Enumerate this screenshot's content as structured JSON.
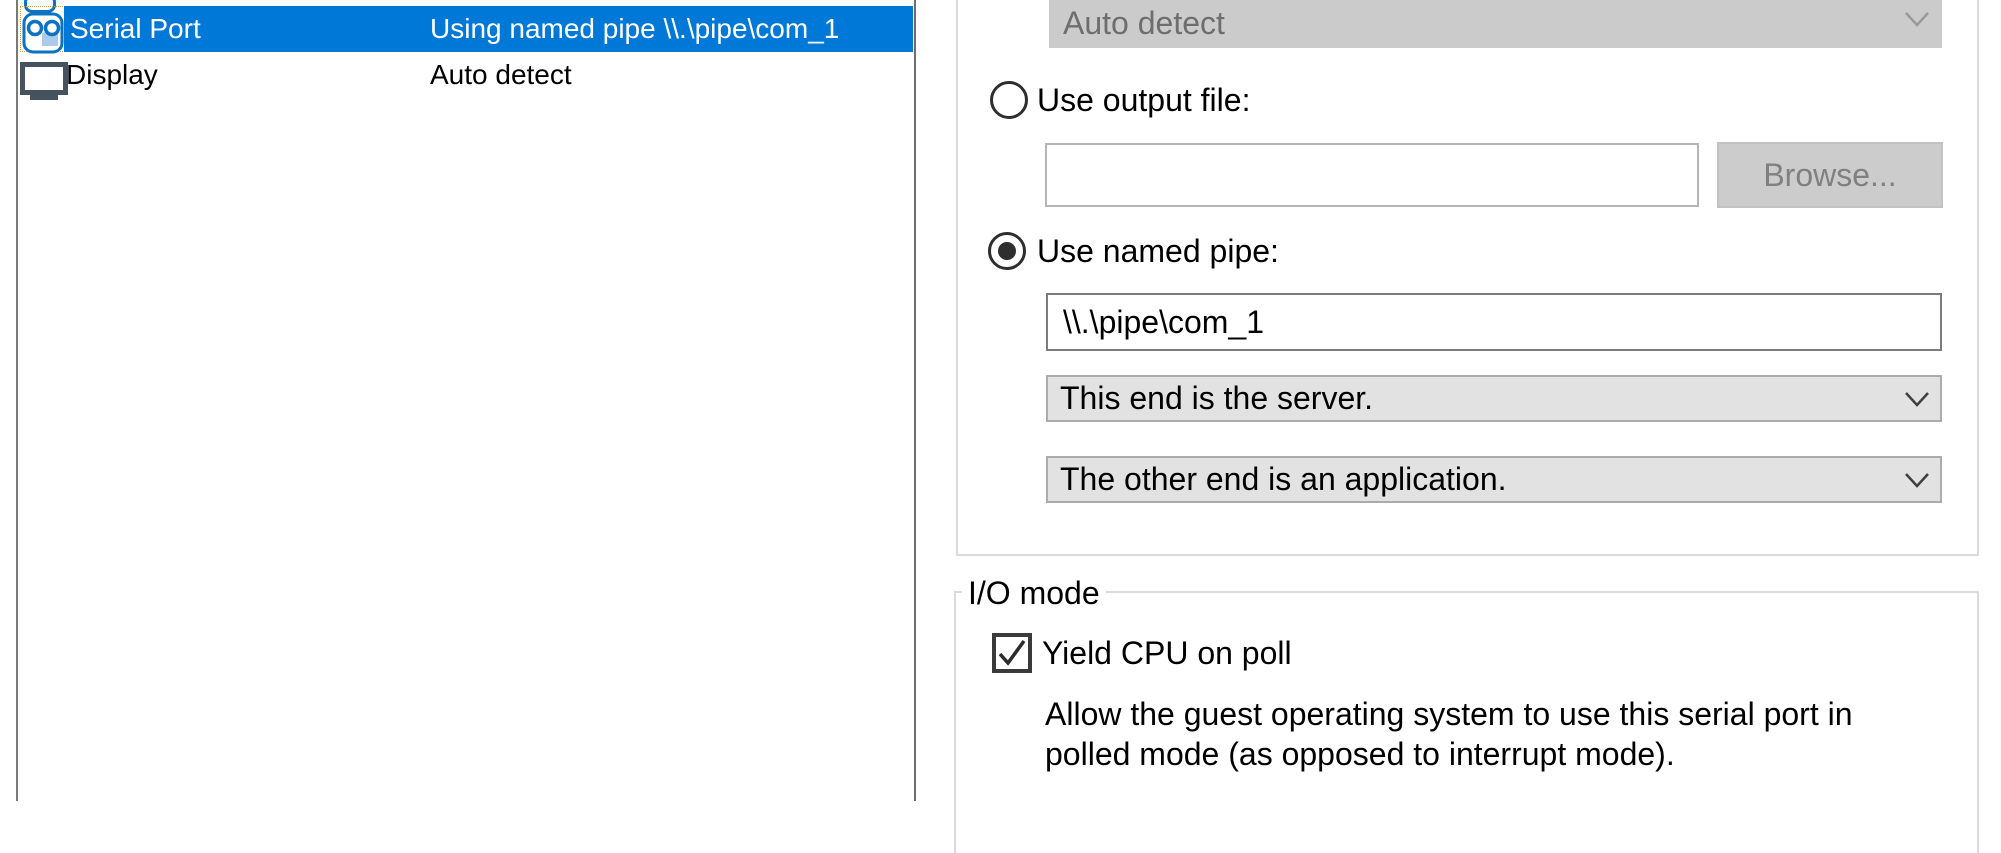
{
  "hardware_list": {
    "items": [
      {
        "name": "Serial Port",
        "summary": "Using named pipe \\\\.\\pipe\\com_1",
        "icon": "serial-port-icon",
        "selected": true
      },
      {
        "name": "Display",
        "summary": "Auto detect",
        "icon": "display-icon",
        "selected": false
      }
    ]
  },
  "connection_panel": {
    "auto_detect_dropdown": {
      "value": "Auto detect",
      "disabled": true
    },
    "use_output_file_radio": {
      "label": "Use output file:",
      "selected": false
    },
    "output_file_field": {
      "value": "",
      "disabled": true
    },
    "browse_button": {
      "label": "Browse...",
      "disabled": true
    },
    "use_named_pipe_radio": {
      "label": "Use named pipe:",
      "selected": true
    },
    "pipe_name_field": {
      "value": "\\\\.\\pipe\\com_1"
    },
    "near_end_dropdown": {
      "value": "This end is the server."
    },
    "far_end_dropdown": {
      "value": "The other end is an application."
    }
  },
  "io_mode": {
    "title": "I/O mode",
    "yield_cpu_checkbox": {
      "label": "Yield CPU on poll",
      "checked": true
    },
    "description_line1": "Allow the guest operating system to use this serial port in",
    "description_line2": "polled mode (as opposed to interrupt mode)."
  },
  "colors": {
    "selection_blue": "#0078d7",
    "icon_blue": "#0d72c2",
    "icon_lightblue": "#aacbea",
    "display_icon_gray": "#44535f",
    "disabled_gray": "#cbcbcb",
    "combo_gray": "#e2e2e2"
  }
}
